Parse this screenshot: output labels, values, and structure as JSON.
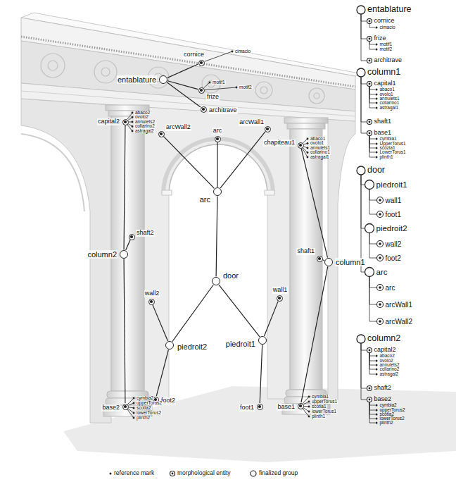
{
  "diagram": {
    "nodes": [
      {
        "text": [
          "entablature"
        ]
      },
      {
        "text": [
          "cornice"
        ]
      },
      {
        "text": [
          "frize"
        ]
      },
      {
        "text": [
          "architrave"
        ]
      },
      {
        "text": [
          "column2"
        ]
      },
      {
        "text": [
          "capital2"
        ]
      },
      {
        "text": [
          "shaft2"
        ]
      },
      {
        "text": [
          "base2"
        ]
      },
      {
        "text": [
          "column1"
        ]
      },
      {
        "text": [
          "chapiteau1"
        ]
      },
      {
        "text": [
          "shaft1"
        ]
      },
      {
        "text": [
          "base1"
        ]
      },
      {
        "text": [
          "door"
        ]
      },
      {
        "text": [
          "piedroit2"
        ]
      },
      {
        "text": [
          "wall2"
        ]
      },
      {
        "text": [
          "foot2"
        ]
      },
      {
        "text": [
          "piedroit1"
        ]
      },
      {
        "text": [
          "wall1"
        ]
      },
      {
        "text": [
          "foot1"
        ]
      },
      {
        "text": [
          "arc"
        ]
      },
      {
        "text": [
          "arc"
        ]
      },
      {
        "text": [
          "arcWall2"
        ]
      },
      {
        "text": [
          "arcWall1"
        ]
      }
    ],
    "edges": [
      {
        "from": 0,
        "to": 1,
        "arrow": "none"
      },
      {
        "from": 0,
        "to": 2,
        "arrow": "none"
      },
      {
        "from": 0,
        "to": 3,
        "arrow": "none"
      },
      {
        "from": 4,
        "to": 5,
        "arrow": "none"
      },
      {
        "from": 4,
        "to": 6,
        "arrow": "none"
      },
      {
        "from": 4,
        "to": 7,
        "arrow": "none"
      },
      {
        "from": 8,
        "to": 9,
        "arrow": "none"
      },
      {
        "from": 8,
        "to": 10,
        "arrow": "none"
      },
      {
        "from": 8,
        "to": 11,
        "arrow": "none"
      },
      {
        "from": 12,
        "to": 19,
        "arrow": "none"
      },
      {
        "from": 12,
        "to": 13,
        "arrow": "none"
      },
      {
        "from": 12,
        "to": 16,
        "arrow": "none"
      },
      {
        "from": 13,
        "to": 14,
        "arrow": "none"
      },
      {
        "from": 13,
        "to": 15,
        "arrow": "none"
      },
      {
        "from": 16,
        "to": 17,
        "arrow": "none"
      },
      {
        "from": 16,
        "to": 18,
        "arrow": "none"
      },
      {
        "from": 19,
        "to": 20,
        "arrow": "none"
      },
      {
        "from": 19,
        "to": 21,
        "arrow": "none"
      },
      {
        "from": 19,
        "to": 22,
        "arrow": "none"
      }
    ],
    "labels": [
      "cimacio",
      "motif1",
      "motif2",
      "abaco2",
      "ovolo2",
      "annulets2",
      "collarino2",
      "astragal2",
      "cymbia2",
      "upperTorus2",
      "scotia2",
      "lowerTorus2",
      "plinth2",
      "abaco1",
      "ovolo1",
      "annulets1",
      "collarino1",
      "astragal1",
      "cymbia1",
      "upperTorus1",
      "scotia1",
      "lowerTorus1",
      "plinth1",
      "entablature",
      "cornice",
      "cimacio",
      "frize",
      "motif1",
      "motif2",
      "architrave",
      "column1",
      "capital1",
      "abaco1",
      "ovolo1",
      "annulets1",
      "collarino1",
      "astragal1",
      "shaft1",
      "base1",
      "cymbia1",
      "UpperTorus1",
      "scozia1",
      "LowerTorus1",
      "plinth1",
      "door",
      "piedroit1",
      "wall1",
      "foot1",
      "piedroit2",
      "wall2",
      "foot2",
      "arc",
      "arc",
      "arcWall1",
      "arcWall2",
      "column2",
      "capital2",
      "abaco2",
      "ovolo2",
      "annulets2",
      "collarino2",
      "astragal2",
      "shaft2",
      "base2",
      "cymbia2",
      "upperTorus2",
      "scotia2",
      "lowerTorus2",
      "plinth2"
    ],
    "legend": [
      {
        "text": "reference mark"
      },
      {
        "text": "morphological entity"
      },
      {
        "text": "finalized group"
      }
    ]
  }
}
